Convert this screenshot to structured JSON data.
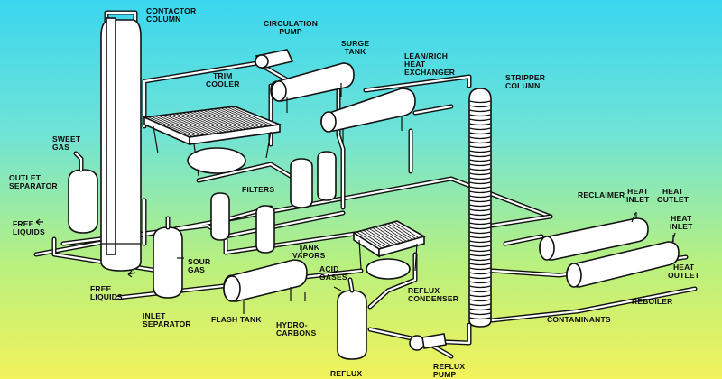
{
  "labels": {
    "contactor_column": [
      "CONTACTOR",
      "COLUMN"
    ],
    "circulation_pump": [
      "CIRCULATION",
      "PUMP"
    ],
    "surge_tank": [
      "SURGE",
      "TANK"
    ],
    "lean_rich_hx": [
      "LEAN/RICH",
      "HEAT",
      "EXCHANGER"
    ],
    "stripper_column": [
      "STRIPPER",
      "COLUMN"
    ],
    "trim_cooler": [
      "TRIM",
      "COOLER"
    ],
    "sweet_gas": [
      "SWEET",
      "GAS"
    ],
    "outlet_separator": [
      "OUTLET",
      "SEPARATOR"
    ],
    "free_liquids_top": [
      "FREE",
      "LIQUIDS"
    ],
    "filters": [
      "FILTERS"
    ],
    "reclaimer": [
      "RECLAIMER"
    ],
    "heat_inlet_1": [
      "HEAT",
      "INLET"
    ],
    "heat_outlet_1": [
      "HEAT",
      "OUTLET"
    ],
    "heat_inlet_2": [
      "HEAT",
      "INLET"
    ],
    "heat_outlet_2": [
      "HEAT",
      "OUTLET"
    ],
    "tank_vapors": [
      "TANK",
      "VAPORS"
    ],
    "sour_gas": [
      "SOUR",
      "GAS"
    ],
    "acid_gases": [
      "ACID",
      "GASES"
    ],
    "free_liquids_bottom": [
      "FREE",
      "LIQUIDS"
    ],
    "reflux_condenser": [
      "REFLUX",
      "CONDENSER"
    ],
    "inlet_separator": [
      "INLET",
      "SEPARATOR"
    ],
    "flash_tank": [
      "FLASH TANK"
    ],
    "hydrocarbons": [
      "HYDRO-",
      "CARBONS"
    ],
    "reboiler": [
      "REBOILER"
    ],
    "contaminants": [
      "CONTAMINANTS"
    ],
    "reflux_pump": [
      "REFLUX",
      "PUMP"
    ],
    "reflux_drum": [
      "REFLUX"
    ]
  }
}
